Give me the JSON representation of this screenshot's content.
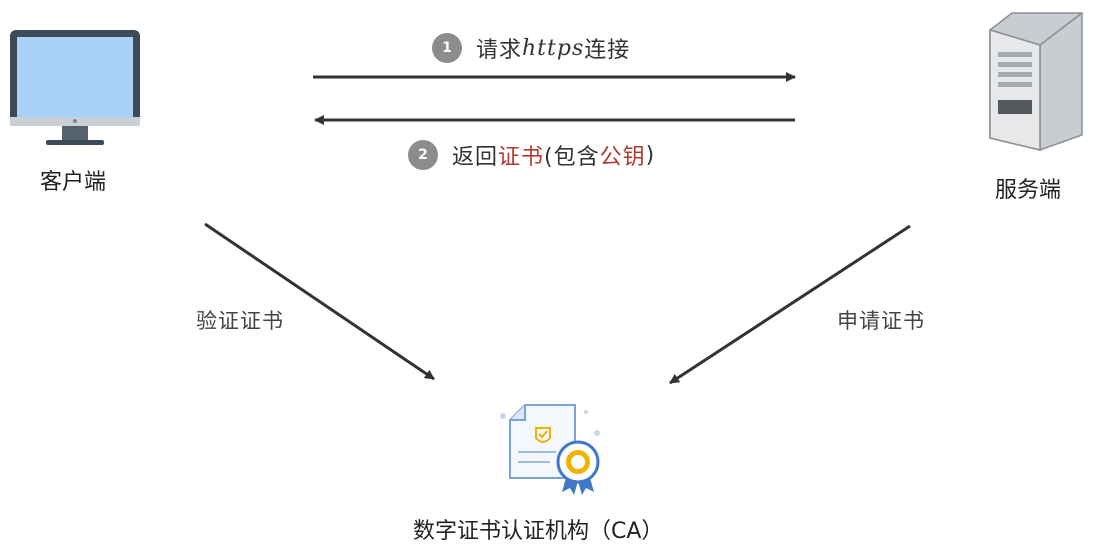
{
  "nodes": {
    "client": {
      "label": "客户端",
      "icon": "desktop-monitor-icon"
    },
    "server": {
      "label": "服务端",
      "icon": "server-tower-icon"
    },
    "ca": {
      "label": "数字证书认证机构（CA）",
      "icon": "certificate-icon"
    }
  },
  "steps": {
    "request": {
      "number": "1",
      "text_before": "请求 ",
      "text_proto": "https",
      "text_after": " 连接"
    },
    "response": {
      "number": "2",
      "text_before": "返回",
      "highlight_cert": "证书",
      "text_mid": "(包含",
      "highlight_key": "公钥",
      "text_after": ")"
    }
  },
  "edges": {
    "verify": {
      "label": "验证证书"
    },
    "apply": {
      "label": "申请证书"
    }
  },
  "colors": {
    "highlight": "#b03a32",
    "badge": "#8c8c8c",
    "arrow": "#333333",
    "screen": "#a9d1f7",
    "monitor": "#3d4a57"
  }
}
